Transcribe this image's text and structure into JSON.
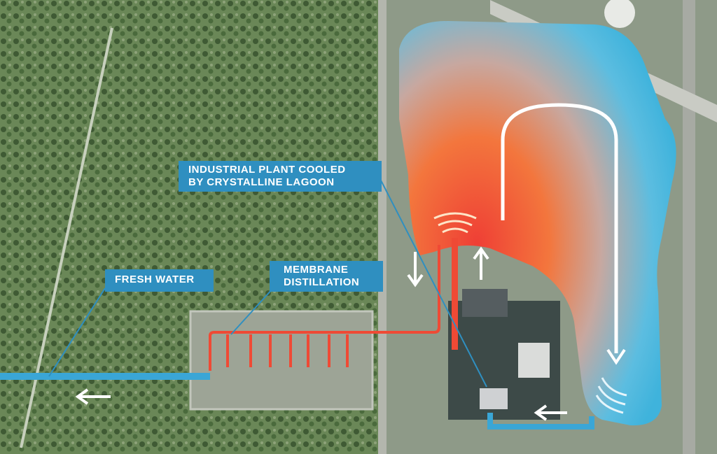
{
  "labels": {
    "plant": [
      "INDUSTRIAL PLANT COOLED",
      "BY CRYSTALLINE LAGOON"
    ],
    "fresh_water": "FRESH WATER",
    "membrane": [
      "MEMBRANE",
      "DISTILLATION"
    ]
  },
  "colors": {
    "water_blue": "#46b3db",
    "hot_red": "#ef4a35",
    "label_blue": "#2f8fc0",
    "forest": "#5d7a4c"
  }
}
